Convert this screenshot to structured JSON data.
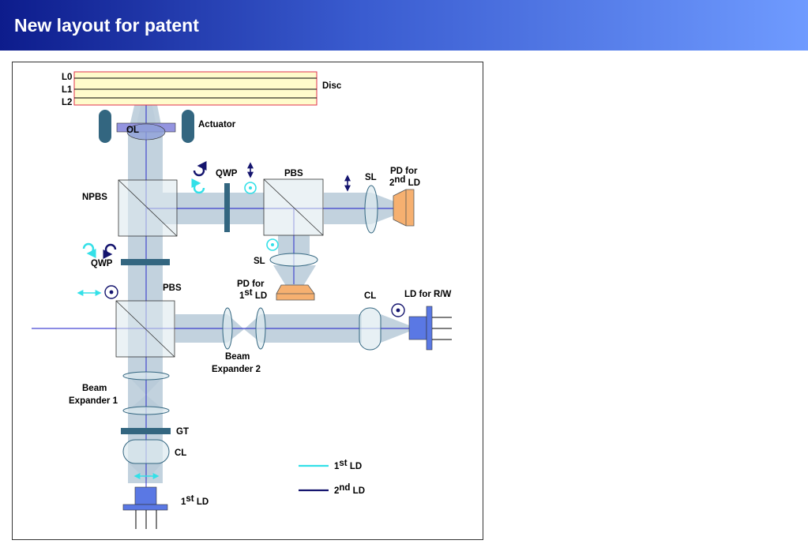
{
  "slide": {
    "title": "New layout for patent"
  },
  "labels": {
    "layer0": "L0",
    "layer1": "L1",
    "layer2": "L2",
    "disc": "Disc",
    "ol": "OL",
    "actuator": "Actuator",
    "npbs": "NPBS",
    "qwp_top": "QWP",
    "pbs_top": "PBS",
    "sl_right": "SL",
    "pd2_line1": "PD for",
    "pd2_pre": "2",
    "pd2_sup": "nd",
    "pd2_post": " LD",
    "sl_lower": "SL",
    "qwp_left": "QWP",
    "pbs_main": "PBS",
    "pd1_line1": "PD for",
    "pd1_pre": "1",
    "pd1_sup": "st",
    "pd1_post": " LD",
    "cl_right": "CL",
    "ld_rw": "LD for R/W",
    "be2_line1": "Beam",
    "be2_line2": "Expander 2",
    "be1_line1": "Beam",
    "be1_line2": "Expander 1",
    "gt": "GT",
    "cl_bottom": "CL",
    "ld1_pre": "1",
    "ld1_sup": "st",
    "ld1_post": " LD"
  },
  "legend": [
    {
      "pre": "1",
      "sup": "st",
      "post": " LD",
      "color": "#33e0e8"
    },
    {
      "pre": "2",
      "sup": "nd",
      "post": " LD",
      "color": "#14146e"
    }
  ],
  "colors": {
    "beam": "#b7cad8",
    "disc_fill": "#fffbcc",
    "disc_border": "#e0304a",
    "optic_dark": "#336680",
    "optic_light": "#dde9ef",
    "photodiode": "#f6b070",
    "laser": "#5a78e4",
    "axis_line": "#1a1ac8",
    "dark_blue": "#14146e",
    "cyan": "#33e0e8"
  }
}
